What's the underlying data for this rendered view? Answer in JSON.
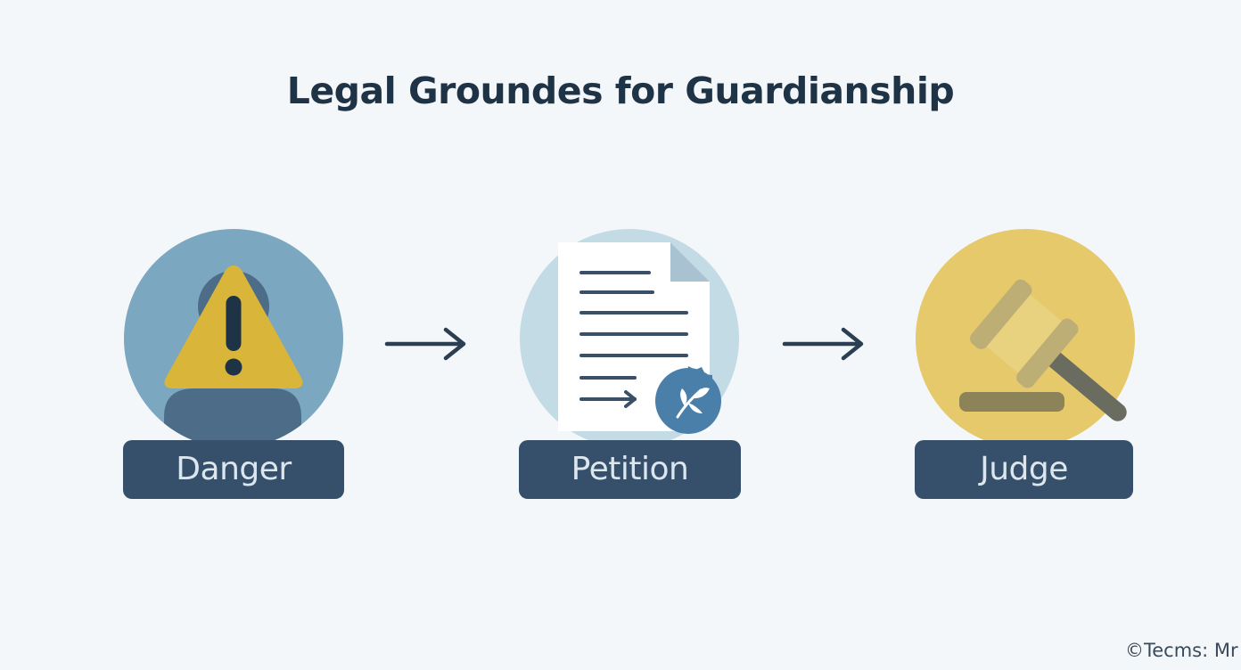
{
  "title": "Legal Groundes for Guardianship",
  "steps": [
    {
      "label": "Danger",
      "icon": "warning-person-icon",
      "circle_color": "#7ba7c0"
    },
    {
      "label": "Petition",
      "icon": "document-seal-icon",
      "circle_color": "#c3dbe4"
    },
    {
      "label": "Judge",
      "icon": "gavel-icon",
      "circle_color": "#e6c96a"
    }
  ],
  "connectors": [
    "arrow-right-icon",
    "arrow-right-icon"
  ],
  "footer": {
    "copyright": "©Tecms: Mr"
  },
  "colors": {
    "background": "#f3f7f9",
    "title": "#1f3347",
    "label_bg": "#36506b",
    "label_text": "#dce6ee",
    "arrow": "#2b3e52",
    "warning_yellow": "#d9b53a",
    "seal_blue": "#4a7faa"
  }
}
